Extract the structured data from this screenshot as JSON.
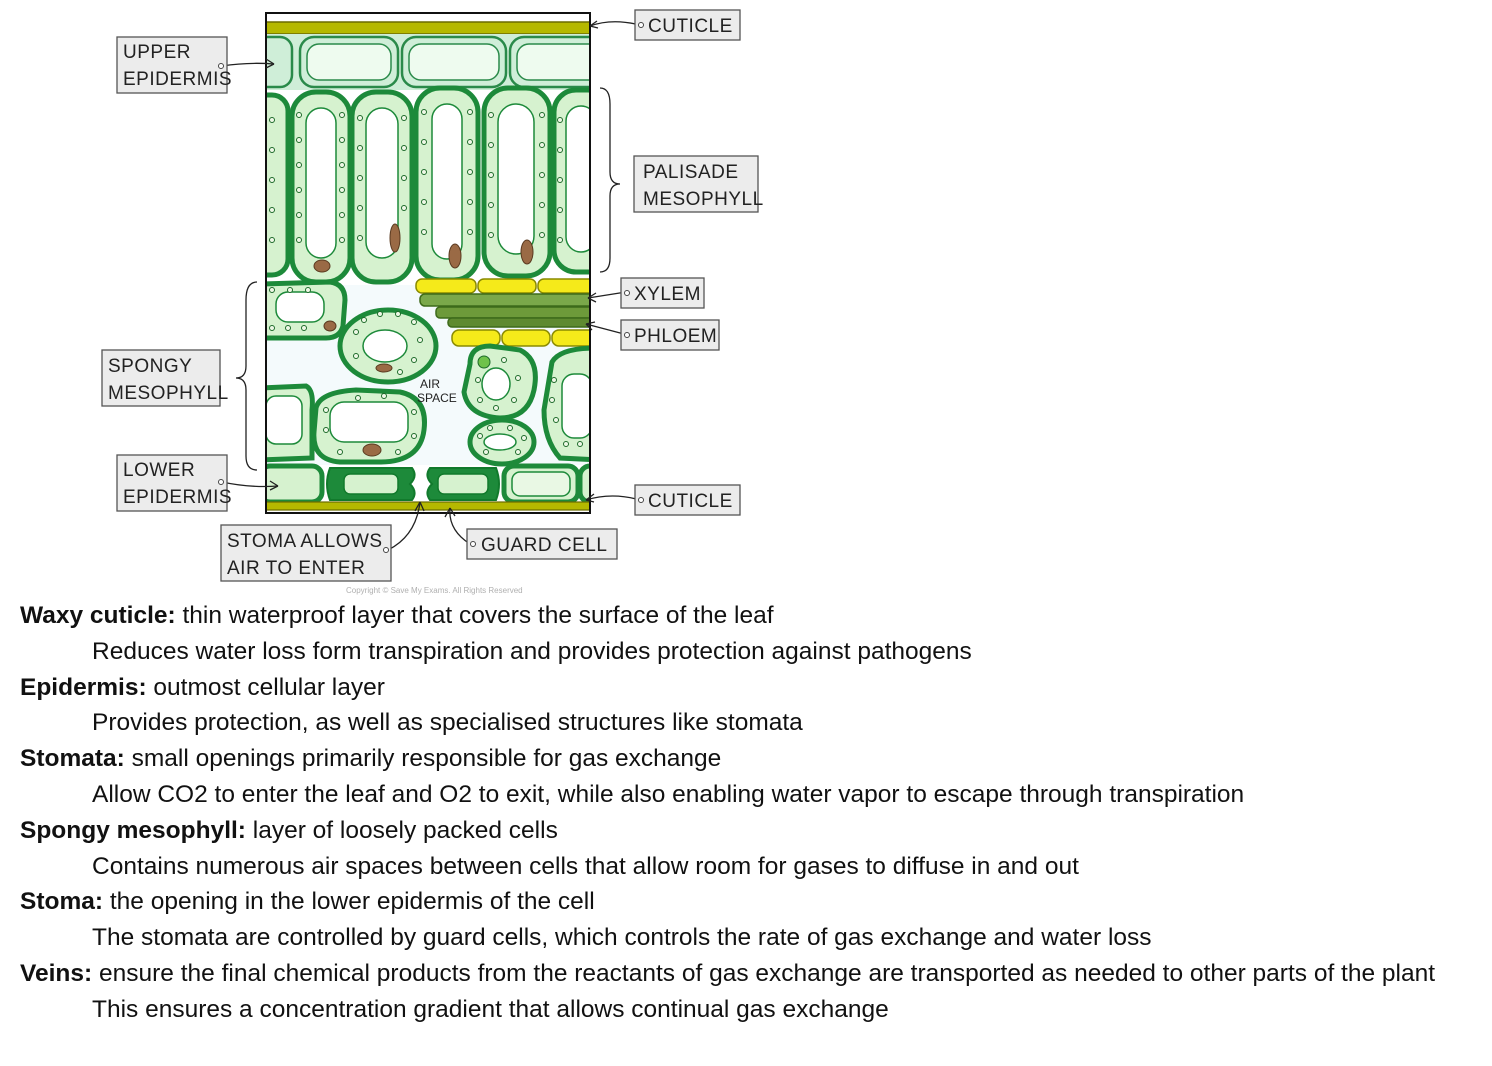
{
  "diagram": {
    "labels": {
      "cuticle_top": "CUTICLE",
      "upper_epidermis_1": "UPPER",
      "upper_epidermis_2": "EPIDERMIS",
      "palisade_1": "PALISADE",
      "palisade_2": "MESOPHYLL",
      "xylem": "XYLEM",
      "phloem": "PHLOEM",
      "spongy_1": "SPONGY",
      "spongy_2": "MESOPHYLL",
      "air_space_1": "AIR",
      "air_space_2": "SPACE",
      "lower_epidermis_1": "LOWER",
      "lower_epidermis_2": "EPIDERMIS",
      "cuticle_bottom": "CUTICLE",
      "stoma_1": "STOMA  ALLOWS",
      "stoma_2": "AIR  TO  ENTER",
      "guard_cell": "GUARD  CELL"
    },
    "copyright": "Copyright © Save My Exams. All Rights Reserved",
    "colors": {
      "cuticle": "#b5b800",
      "cell_fill": "#d6f2cf",
      "cell_wall": "#1d8a3a",
      "dark_wall": "#117a2c",
      "vacuole": "#ffffff",
      "xylem": "#f5ea1a",
      "phloem": "#6d9a3a",
      "nucleus": "#9a6a45",
      "label_box": "#ececec"
    }
  },
  "notes": [
    {
      "term": "Waxy cuticle:",
      "definition": " thin waterproof layer that covers the surface of the leaf",
      "detail": "Reduces water loss form transpiration and provides protection against pathogens"
    },
    {
      "term": "Epidermis:",
      "definition": " outmost cellular layer",
      "detail": "Provides protection, as well as specialised structures like stomata"
    },
    {
      "term": "Stomata:",
      "definition": " small openings primarily responsible for gas exchange",
      "detail": "Allow CO2 to enter the leaf and O2 to exit, while also enabling water vapor to escape through transpiration"
    },
    {
      "term": "Spongy mesophyll:",
      "definition": " layer of loosely packed cells",
      "detail": "Contains numerous air spaces between cells that allow room for gases to diffuse in and out"
    },
    {
      "term": "Stoma:",
      "definition": " the opening in the lower epidermis of the cell",
      "detail": "The stomata are controlled by guard cells, which controls the rate of gas exchange and water loss"
    },
    {
      "term": "Veins:",
      "definition": " ensure the final chemical products from the reactants of gas exchange are transported as needed to other parts of the plant",
      "detail": "This ensures a concentration gradient that allows continual gas exchange"
    }
  ]
}
